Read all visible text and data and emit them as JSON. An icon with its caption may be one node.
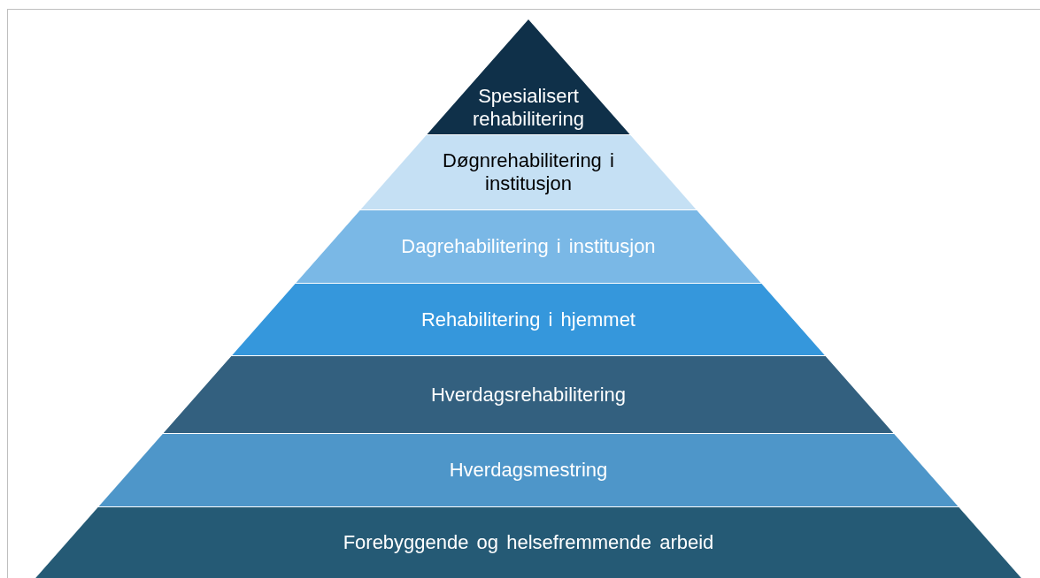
{
  "diagram": {
    "nodes": [
      {
        "text": [
          "Spesialisert rehabilitering"
        ]
      },
      {
        "text": [
          "Døgnrehabilitering i institusjon"
        ]
      },
      {
        "text": [
          "Dagrehabilitering i institusjon"
        ]
      },
      {
        "text": [
          "Rehabilitering i hjemmet"
        ]
      },
      {
        "text": [
          "Hverdagsrehabilitering"
        ]
      },
      {
        "text": [
          "Hverdagsmestring"
        ]
      },
      {
        "text": [
          "Forebyggende og helsefremmende arbeid"
        ]
      }
    ]
  }
}
